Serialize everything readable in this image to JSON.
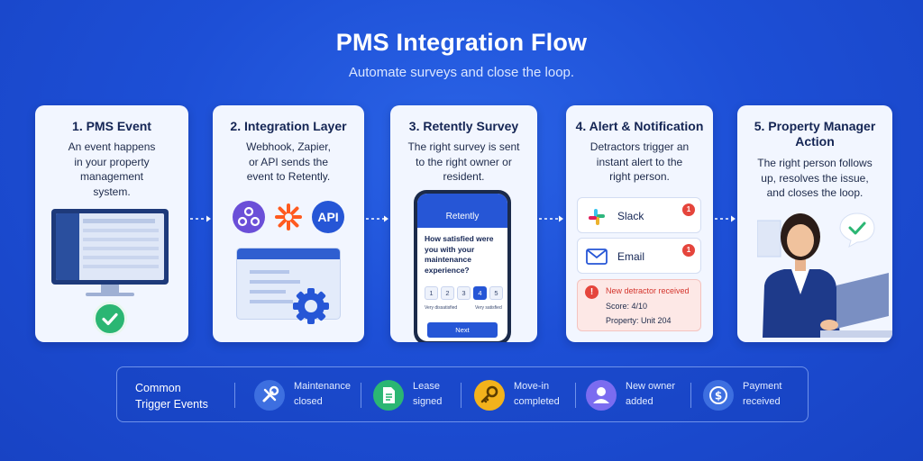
{
  "title": "PMS Integration Flow",
  "subtitle": "Automate surveys and close the loop.",
  "colors": {
    "background": "#1d4fd6",
    "card": "#f2f6ff",
    "accent": "#2656d6",
    "success": "#2bb673",
    "alert": "#e5453c"
  },
  "steps": [
    {
      "title": "1. PMS Event",
      "desc_lines": [
        "An event happens",
        "in your property",
        "management",
        "system."
      ],
      "icon": "check-icon"
    },
    {
      "title": "2. Integration Layer",
      "desc_lines": [
        "Webhook, Zapier,",
        "or API sends the",
        "event to Retently."
      ],
      "icons": [
        "webhook-icon",
        "zapier-icon",
        "api-icon"
      ],
      "api_label": "API"
    },
    {
      "title": "3. Retently Survey",
      "desc_lines": [
        "The right survey is sent",
        "to the right owner or",
        "resident."
      ],
      "phone": {
        "header": "Retently",
        "question_lines": [
          "How satisfied were",
          "you with your",
          "maintenance",
          "experience?"
        ],
        "ratings": [
          "1",
          "2",
          "3",
          "4",
          "5"
        ],
        "selected_rating": "4",
        "low_label": "Very dissatisfied",
        "high_label": "Very satisfied",
        "button": "Next"
      }
    },
    {
      "title": "4. Alert & Notification",
      "desc_lines": [
        "Detractors trigger an",
        "instant alert to the",
        "right person."
      ],
      "notifications": [
        {
          "label": "Slack",
          "badge": "1",
          "icon": "slack-icon"
        },
        {
          "label": "Email",
          "badge": "1",
          "icon": "email-icon"
        }
      ],
      "alert": {
        "title": "New detractor received",
        "score": "Score: 4/10",
        "property": "Property: Unit 204"
      }
    },
    {
      "title_lines": [
        "5. Property Manager",
        "Action"
      ],
      "desc_lines": [
        "The right person follows",
        "up, resolves the issue,",
        "and closes the loop."
      ]
    }
  ],
  "triggers": {
    "heading_lines": [
      "Common",
      "Trigger Events"
    ],
    "items": [
      {
        "lines": [
          "Maintenance",
          "closed"
        ],
        "icon": "wrench-icon",
        "color": "#3d6fe0"
      },
      {
        "lines": [
          "Lease",
          "signed"
        ],
        "icon": "document-icon",
        "color": "#2bb673"
      },
      {
        "lines": [
          "Move-in",
          "completed"
        ],
        "icon": "key-icon",
        "color": "#f2b21c"
      },
      {
        "lines": [
          "New owner",
          "added"
        ],
        "icon": "user-icon",
        "color": "#7b6cf0"
      },
      {
        "lines": [
          "Payment",
          "received"
        ],
        "icon": "dollar-icon",
        "color": "#3d6fe0"
      }
    ]
  }
}
